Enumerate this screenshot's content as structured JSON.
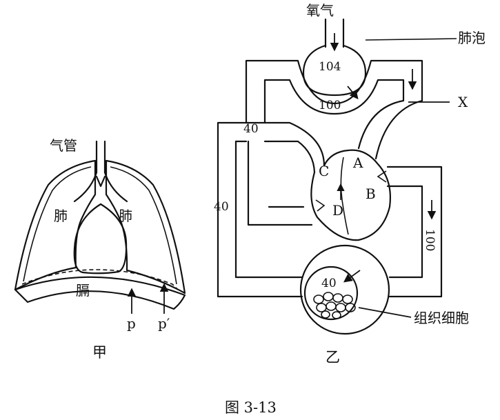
{
  "panel_a": {
    "trachea": "气管",
    "lung_left": "肺",
    "lung_right": "肺",
    "diaphragm": "膈",
    "p": "p",
    "p_prime": "p′",
    "caption": "甲"
  },
  "panel_b": {
    "oxygen": "氧气",
    "alveolus": "肺泡",
    "alveolus_value": "104",
    "capillary_value": "100",
    "x_label": "X",
    "left_vessel_value": "40",
    "left_outer_value": "40",
    "right_vessel_value": "100",
    "tissue_value": "40",
    "tissue_cells": "组织细胞",
    "chamber_a": "A",
    "chamber_b": "B",
    "chamber_c": "C",
    "chamber_d": "D",
    "caption": "乙"
  },
  "figure_caption": "图 3-13"
}
